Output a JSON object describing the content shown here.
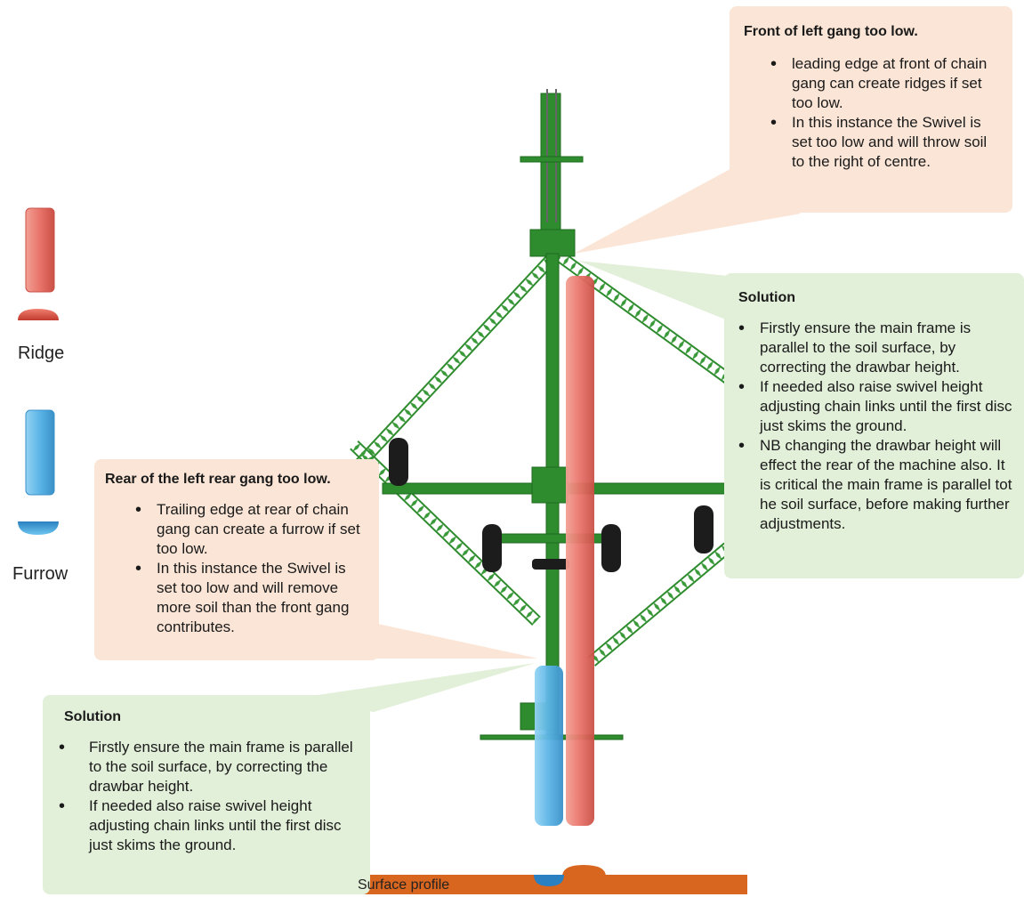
{
  "legend": {
    "ridge_label": "Ridge",
    "furrow_label": "Furrow",
    "colors": {
      "ridge": "#e8736a",
      "furrow": "#5ab4e6"
    }
  },
  "callouts": {
    "front_problem": {
      "title": "Front of left gang too low.",
      "bullets": [
        "leading edge at front of chain gang can create ridges if set too low.",
        "In this instance the Swivel is set too low and will throw soil to the right of centre."
      ]
    },
    "front_solution": {
      "title": "Solution",
      "bullets": [
        "Firstly ensure the main frame is parallel to the soil surface, by correcting the drawbar height.",
        "If needed also raise swivel height adjusting chain links until the first disc just skims the ground.",
        "NB changing the drawbar height will effect the rear of the machine also. It is critical the main frame is parallel tot he soil surface, before making further adjustments."
      ]
    },
    "rear_problem": {
      "title": "Rear of the left rear gang too low.",
      "bullets": [
        "Trailing edge at rear of chain gang can create a furrow if set too low.",
        "In this instance the Swivel is set too low and will remove more soil than the front gang contributes."
      ]
    },
    "rear_solution": {
      "title": "Solution",
      "bullets": [
        "Firstly ensure the main frame is parallel to the soil surface, by correcting the drawbar height.",
        "If needed also raise swivel height adjusting chain links until the first disc just skims the ground."
      ]
    }
  },
  "surface": {
    "label": "Surface profile",
    "color": "#d9661f"
  },
  "machine": {
    "frame_color": "#2e8b2e",
    "tyre_color": "#1c1c1c"
  }
}
